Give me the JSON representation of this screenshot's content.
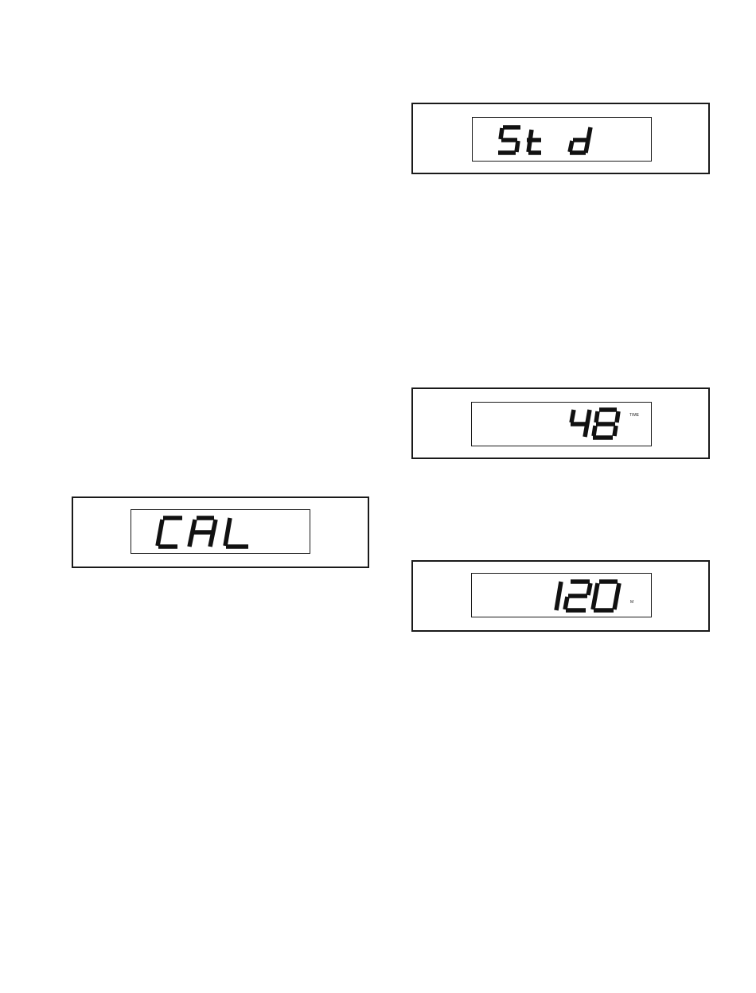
{
  "displays": {
    "std": {
      "text": "Std",
      "unit": ""
    },
    "time": {
      "text": "48",
      "unit": "TIME"
    },
    "cal": {
      "text": "CAL",
      "unit": ""
    },
    "value": {
      "text": "120",
      "unit": "M"
    }
  },
  "colors": {
    "ink": "#111111",
    "background": "#ffffff"
  }
}
